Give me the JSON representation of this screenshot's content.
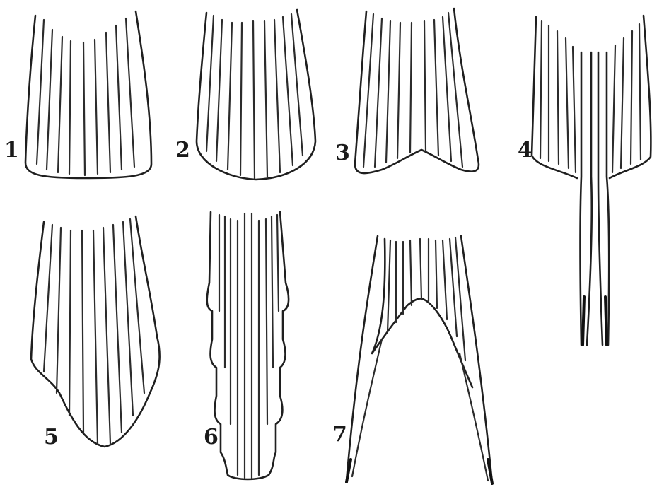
{
  "figure": {
    "panels": [
      {
        "id": "tail-1",
        "label": "1"
      },
      {
        "id": "tail-2",
        "label": "2"
      },
      {
        "id": "tail-3",
        "label": "3"
      },
      {
        "id": "tail-4",
        "label": "4"
      },
      {
        "id": "tail-5",
        "label": "5"
      },
      {
        "id": "tail-6",
        "label": "6"
      },
      {
        "id": "tail-7",
        "label": "7"
      }
    ]
  }
}
